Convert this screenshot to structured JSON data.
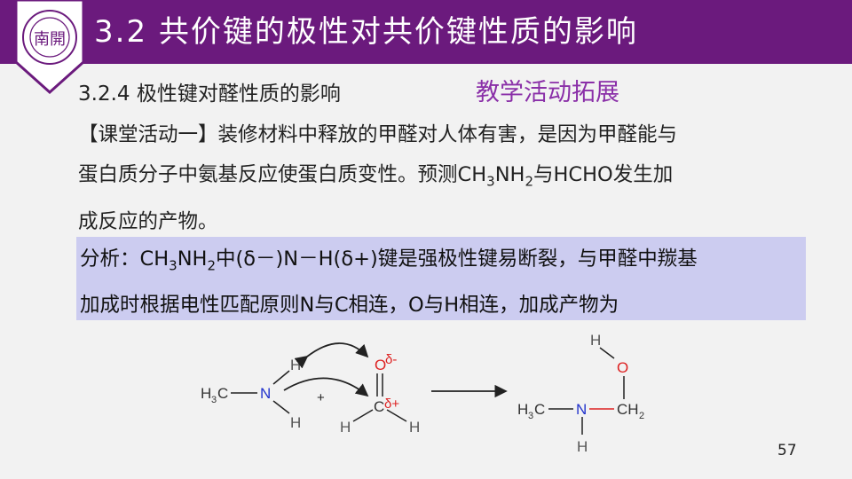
{
  "header": {
    "title": "3.2 共价键的极性对共价键性质的影响",
    "bar_color": "#6b1a7d",
    "logo_char": "南開"
  },
  "section": {
    "subtitle": "3.2.4 极性键对醛性质的影响",
    "accent_label": "教学活动拓展",
    "accent_color": "#8a2fa8"
  },
  "activity": {
    "line1": "【课堂活动一】装修材料中释放的甲醛对人体有害，是因为甲醛能与",
    "line2_prefix": "蛋白质分子中氨基反应使蛋白质变性。预测CH",
    "line2_sub1": "3",
    "line2_mid": "NH",
    "line2_sub2": "2",
    "line2_suffix": "与HCHO发生加",
    "line3": "成反应的产物。"
  },
  "analysis": {
    "prefix": "分析：CH",
    "sub1": "3",
    "mid": "NH",
    "sub2": "2",
    "suffix": "中(δ－)N－H(δ+)键是强极性键易断裂，与甲醛中羰基",
    "line2": "加成时根据电性匹配原则N与C相连，O与H相连，加成产物为",
    "bg_color": "#ccccf0"
  },
  "reaction": {
    "methylamine_h3c": "H",
    "methylamine_h3c_sub": "3",
    "methylamine_c": "C",
    "n_label": "N",
    "h_top": "H",
    "h_bottom": "H",
    "plus": "+",
    "o_label": "O",
    "delta_minus": "δ-",
    "c_label": "C",
    "delta_plus": "δ+",
    "h_left": "H",
    "h_right": "H",
    "product_h": "H",
    "product_o": "O",
    "product_h3c": "H",
    "product_h3c_sub": "3",
    "product_c": "C",
    "product_n": "N",
    "product_ch2": "CH",
    "product_ch2_sub": "2",
    "product_nh": "H",
    "n_color": "#2233cc",
    "o_color": "#dd2222"
  },
  "page_number": "57"
}
